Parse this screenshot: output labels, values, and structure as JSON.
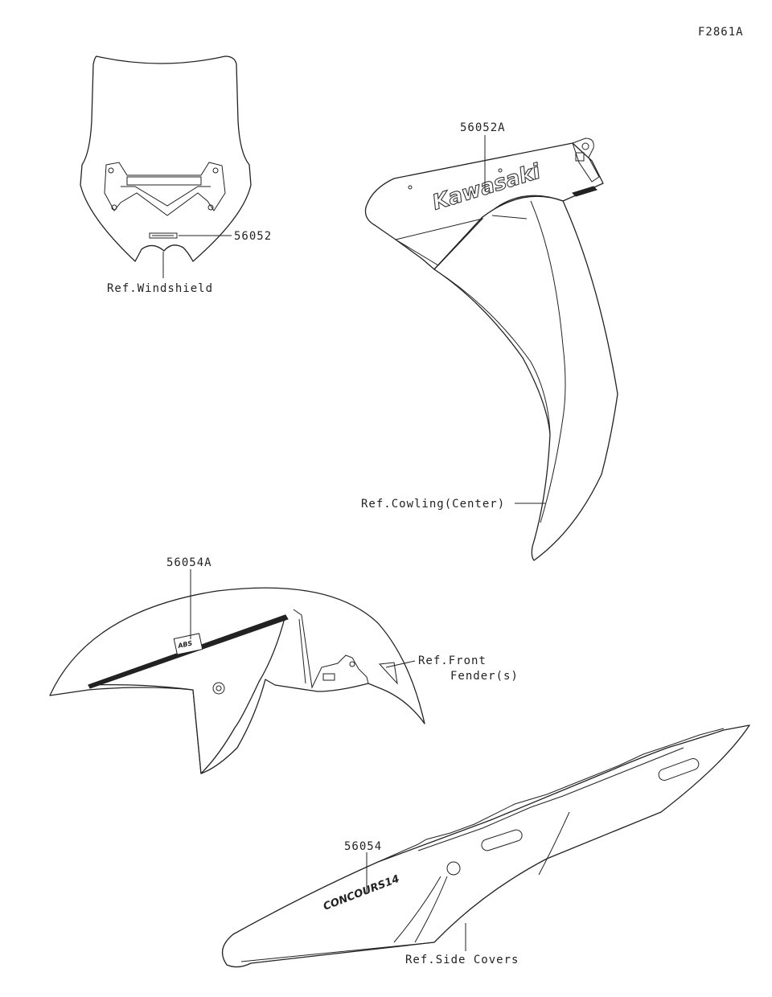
{
  "figure_code": "F2861A",
  "windshield": {
    "part_number": "56052",
    "ref_label": "Ref.Windshield"
  },
  "cowling": {
    "part_number": "56052A",
    "ref_label": "Ref.Cowling(Center)",
    "decal_text": "Kawasaki"
  },
  "front_fender": {
    "part_number": "56054A",
    "ref_label_line1": "Ref.Front",
    "ref_label_line2": "Fender(s)"
  },
  "side_covers": {
    "part_number": "56054",
    "ref_label": "Ref.Side Covers",
    "decal_text": "CONCOURS14"
  },
  "colors": {
    "line": "#222222",
    "background": "#ffffff"
  }
}
